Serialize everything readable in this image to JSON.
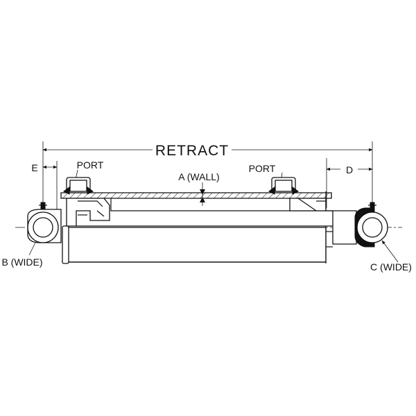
{
  "labels": {
    "retract": "RETRACT",
    "e": "E",
    "d": "D",
    "port_left": "PORT",
    "port_right": "PORT",
    "wall": "A (WALL)",
    "pin_b": "B (WIDE)",
    "pin_c": "C (WIDE)"
  },
  "colors": {
    "line": "#111111",
    "background": "#ffffff"
  }
}
